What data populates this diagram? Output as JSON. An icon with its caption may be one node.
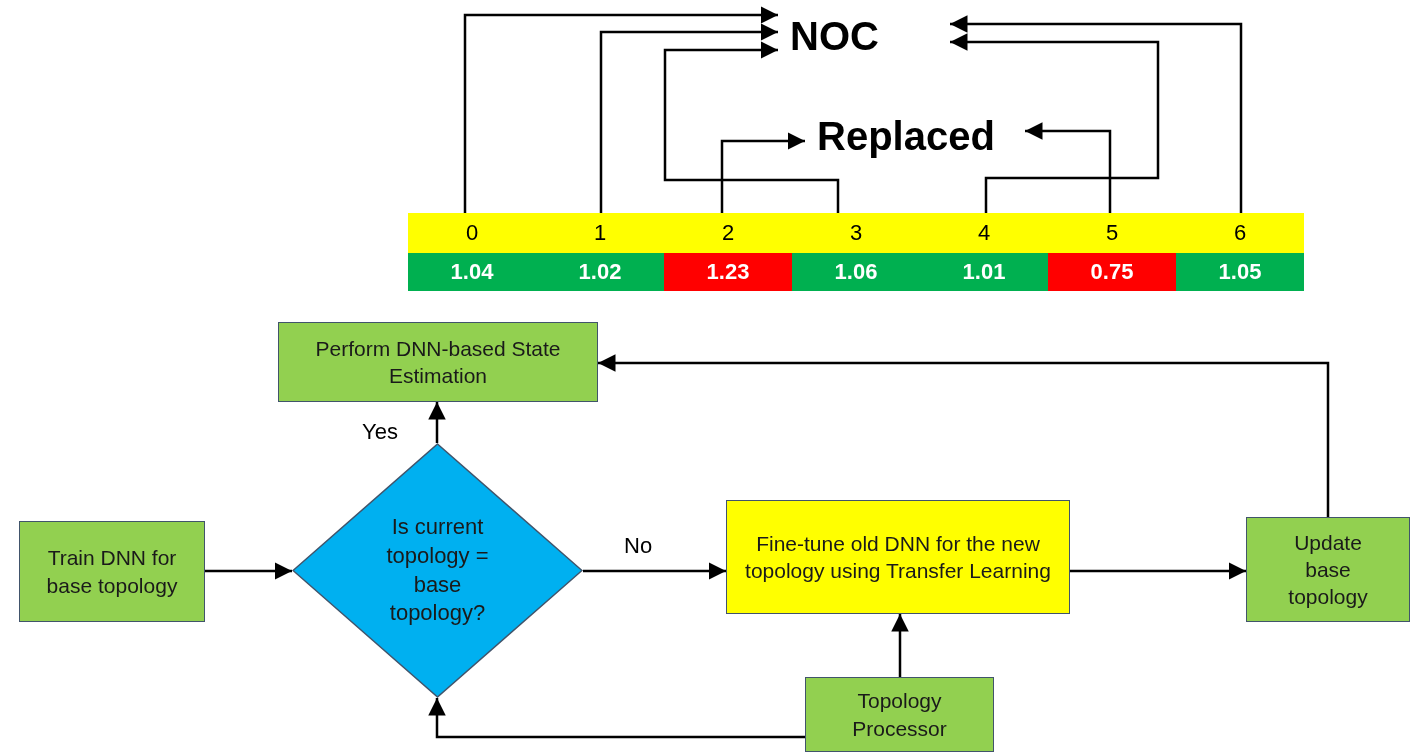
{
  "diagram": {
    "nodes": [
      {
        "text": [
          "NOC"
        ]
      },
      {
        "text": [
          "Replaced"
        ]
      },
      {
        "text": [
          "0"
        ]
      },
      {
        "text": [
          "1"
        ]
      },
      {
        "text": [
          "2"
        ]
      },
      {
        "text": [
          "3"
        ]
      },
      {
        "text": [
          "4"
        ]
      },
      {
        "text": [
          "5"
        ]
      },
      {
        "text": [
          "6"
        ]
      },
      {
        "text": [
          "1.04"
        ]
      },
      {
        "text": [
          "1.02"
        ]
      },
      {
        "text": [
          "1.23"
        ]
      },
      {
        "text": [
          "1.06"
        ]
      },
      {
        "text": [
          "1.01"
        ]
      },
      {
        "text": [
          "0.75"
        ]
      },
      {
        "text": [
          "1.05"
        ]
      },
      {
        "text": [
          "Perform DNN-based State Estimation"
        ]
      },
      {
        "text": [
          "Train DNN for base topology"
        ]
      },
      {
        "text": [
          "Is current topology = base topology?"
        ]
      },
      {
        "text": [
          "Fine-tune old DNN for the new topology using Transfer Learning"
        ]
      },
      {
        "text": [
          "Update base topology"
        ]
      },
      {
        "text": [
          "Topology Processor"
        ]
      }
    ],
    "edges": [
      {
        "from": 2,
        "to": 0,
        "arrow": "to"
      },
      {
        "from": 3,
        "to": 0,
        "arrow": "to"
      },
      {
        "from": 4,
        "to": 1,
        "arrow": "to"
      },
      {
        "from": 5,
        "to": 0,
        "arrow": "to"
      },
      {
        "from": 6,
        "to": 0,
        "arrow": "to"
      },
      {
        "from": 7,
        "to": 1,
        "arrow": "to"
      },
      {
        "from": 8,
        "to": 0,
        "arrow": "to"
      },
      {
        "from": 17,
        "to": 18,
        "arrow": "to"
      },
      {
        "from": 18,
        "to": 16,
        "arrow": "to",
        "label": "Yes"
      },
      {
        "from": 18,
        "to": 19,
        "arrow": "to",
        "label": "No"
      },
      {
        "from": 19,
        "to": 20,
        "arrow": "to"
      },
      {
        "from": 20,
        "to": 16,
        "arrow": "to"
      },
      {
        "from": 21,
        "to": 19,
        "arrow": "to"
      },
      {
        "from": 21,
        "to": 18,
        "arrow": "to"
      }
    ]
  }
}
